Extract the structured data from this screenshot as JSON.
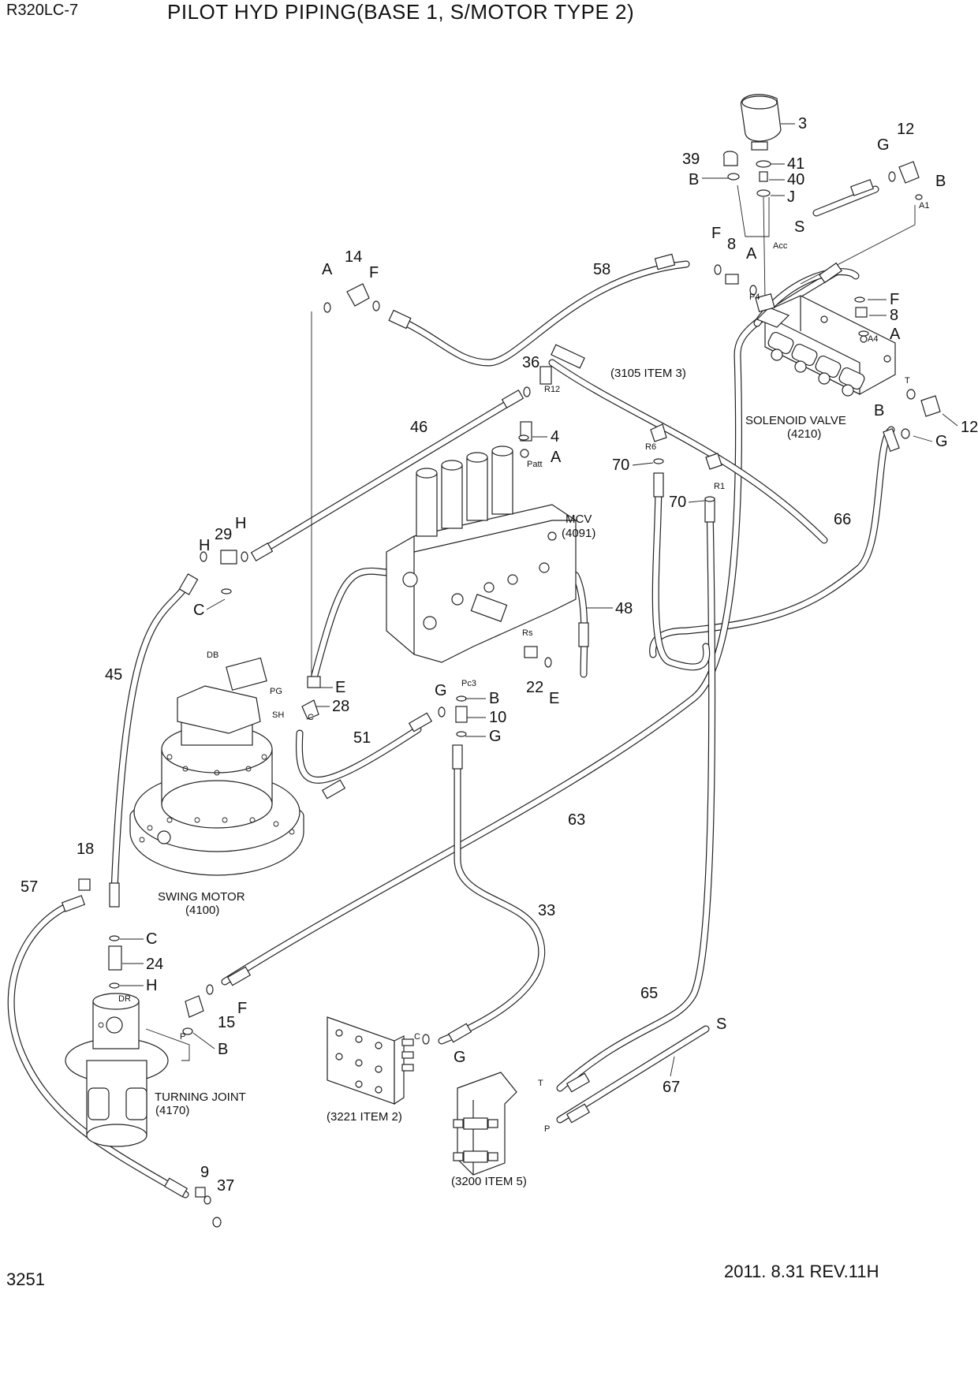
{
  "header": {
    "model": "R320LC-7",
    "title": "PILOT HYD PIPING(BASE 1, S/MOTOR TYPE 2)"
  },
  "footer": {
    "page": "3251",
    "revision": "2011. 8.31  REV.11H"
  },
  "components": {
    "mcv_name": "MCV",
    "mcv_code": "(4091)",
    "solenoid_name": "SOLENOID VALVE",
    "solenoid_code": "(4210)",
    "swing_name": "SWING MOTOR",
    "swing_code": "(4100)",
    "turning_name": "TURNING JOINT",
    "turning_code": "(4170)",
    "ref_3105": "(3105 ITEM 3)",
    "ref_3221": "(3221 ITEM 2)",
    "ref_3200": "(3200 ITEM 5)"
  },
  "callouts": {
    "n3": "3",
    "n39": "39",
    "n41": "41",
    "n40": "40",
    "nB_top": "B",
    "nJ": "J",
    "nG_top": "G",
    "n12_top": "12",
    "nB_tr": "B",
    "nS_top": "S",
    "nF_58": "F",
    "n8_top": "8",
    "nA_top": "A",
    "n58": "58",
    "nA_14": "A",
    "n14": "14",
    "nF_14": "F",
    "nF_sol": "F",
    "n8_sol": "8",
    "nA_sol": "A",
    "nB_sol": "B",
    "n12_sol": "12",
    "nG_sol": "G",
    "n36": "36",
    "n46": "46",
    "n4": "4",
    "nA_4": "A",
    "n70a": "70",
    "n70b": "70",
    "n29": "29",
    "nH_29a": "H",
    "nH_29b": "H",
    "nC_sm": "C",
    "n45": "45",
    "n48": "48",
    "n66": "66",
    "nE_28": "E",
    "n28": "28",
    "n22": "22",
    "nE_22": "E",
    "nG_10": "G",
    "nB_10": "B",
    "n10": "10",
    "nG_10b": "G",
    "n51": "51",
    "n63": "63",
    "n18": "18",
    "n57": "57",
    "nC_24": "C",
    "n24": "24",
    "nH_24": "H",
    "n15": "15",
    "nF_15": "F",
    "nB_tj": "B",
    "n33": "33",
    "nG_221": "G",
    "n65": "65",
    "nS_bot": "S",
    "n67": "67",
    "n9": "9",
    "n37": "37"
  },
  "port_labels": {
    "acc": "Acc",
    "p4": "P4",
    "a1": "A1",
    "a4": "A4",
    "t_sol": "T",
    "r12": "R12",
    "patt": "Patt",
    "r6": "R6",
    "r1": "R1",
    "rs": "Rs",
    "pc3": "Pc3",
    "db": "DB",
    "pg": "PG",
    "sh": "SH",
    "c_sm": "C",
    "dr": "DR",
    "p_tj": "P",
    "c_221": "C",
    "t_200": "T",
    "p_200": "P"
  }
}
